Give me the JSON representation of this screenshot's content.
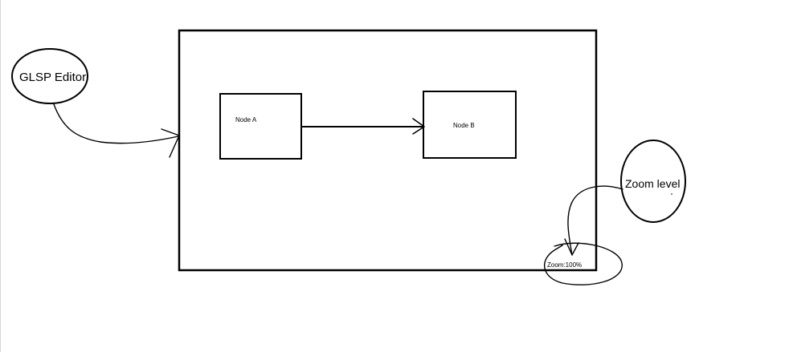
{
  "callouts": {
    "editor": "GLSP Editor",
    "zoom": "Zoom level"
  },
  "canvas": {
    "nodes": [
      {
        "id": "node-a",
        "label": "Node A"
      },
      {
        "id": "node-b",
        "label": "Node B"
      }
    ],
    "edges": [
      {
        "from": "node-a",
        "to": "node-b"
      }
    ],
    "zoom_readout": "Zoom:100%"
  },
  "colors": {
    "stroke": "#000000",
    "background": "#ffffff"
  }
}
